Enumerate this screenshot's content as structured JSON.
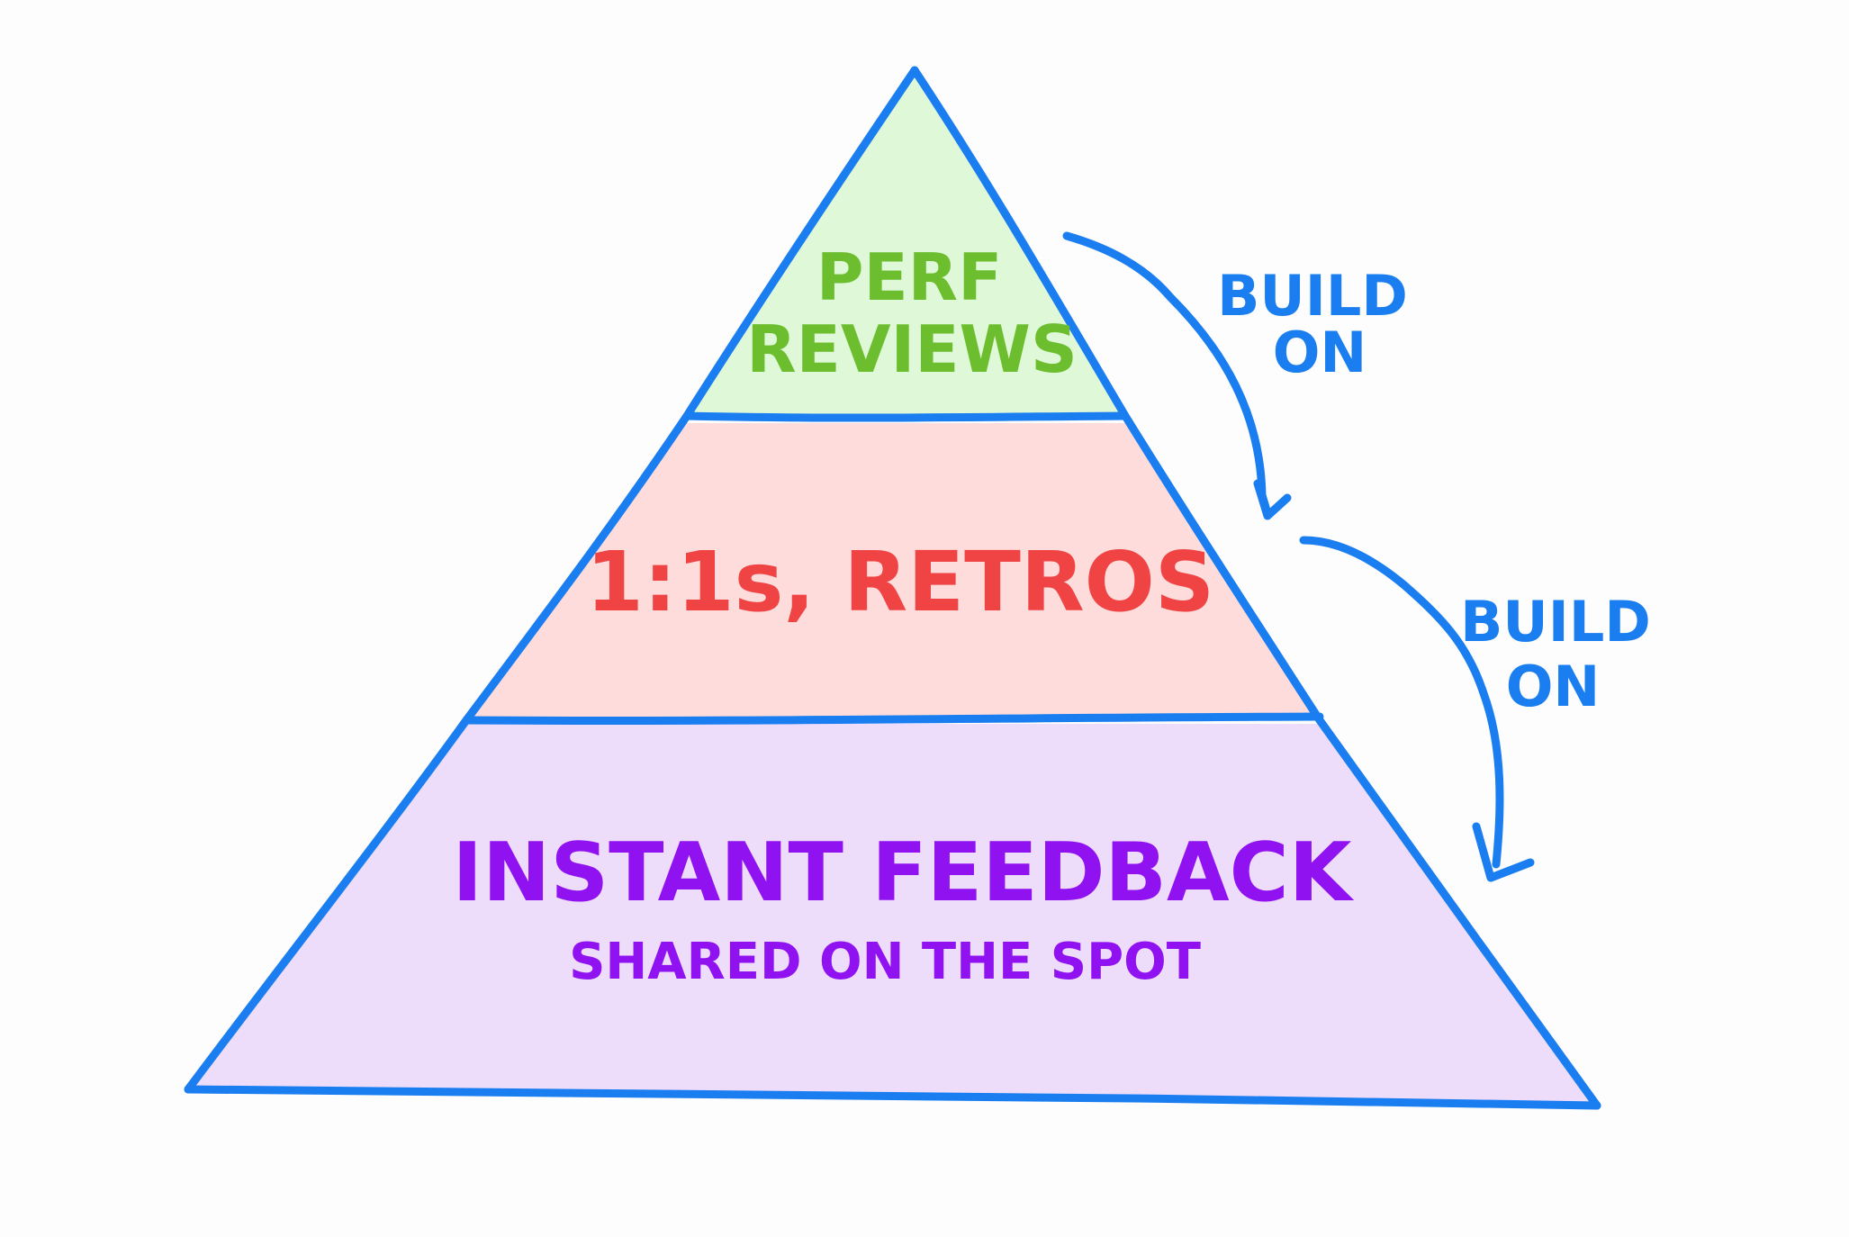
{
  "diagram": {
    "tiers": [
      {
        "id": "top",
        "lines": [
          "PERF",
          "REVIEWS"
        ],
        "fill": "#dff8d8",
        "text_color": "#6cbe2e"
      },
      {
        "id": "middle",
        "lines": [
          "1:1s, RETROS"
        ],
        "fill": "#fddcdb",
        "text_color": "#f04444"
      },
      {
        "id": "bottom",
        "lines": [
          "INSTANT FEEDBACK"
        ],
        "subtitle": "SHARED ON THE SPOT",
        "fill": "#eedcfb",
        "text_color": "#9012f0"
      }
    ],
    "arrows": [
      {
        "label_line1": "BUILD",
        "label_line2": "ON"
      },
      {
        "label_line1": "BUILD",
        "label_line2": "ON"
      }
    ],
    "outline_color": "#1a7ef0",
    "arrow_color": "#1a7ef0"
  }
}
